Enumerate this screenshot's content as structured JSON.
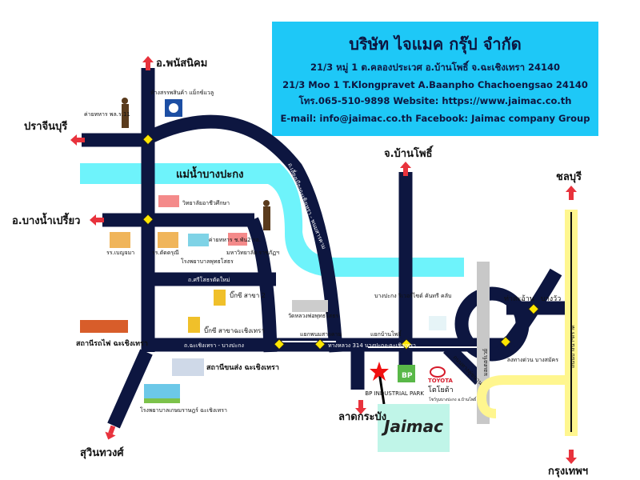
{
  "company": {
    "name": "บริษัท ไจแมค กรุ๊ป จำกัด",
    "address_th": "21/3 หมู่ 1 ต.คลองประเวศ อ.บ้านโพธิ์ จ.ฉะเชิงเทรา 24140",
    "address_en": "21/3 Moo 1 T.Klongpravet A.Baanpho Chachoengsao 24140",
    "contact": "โทร.065-510-9898 Website: https://www.jaimac.co.th",
    "email_fb": "E-mail: info@jaimac.co.th  Facebook: Jaimac company Group",
    "logo_text": "Jaimac"
  },
  "directions": {
    "north": "อ.พนัสนิคม",
    "west1": "ปราจีนบุรี",
    "west2": "อ.บางน้ำเปรี้ยว",
    "southwest": "สุวินทวงศ์",
    "south": "ลาดกระบัง",
    "banpho": "จ.บ้านโพธิ์",
    "chonburi": "ชลบุรี",
    "bangkok": "กรุงเทพฯ"
  },
  "roads": {
    "river": "แม่น้ำบางปะกง",
    "bypass": "ถ.เลี่ยงเมืองฉะเชิงเทรา - พนมสารคาม",
    "sri_sothon": "ถ.ศรีโสธรตัดใหม่",
    "cha_bangpakong": "ถ.ฉะเชิงเทรา - บางปะกง",
    "hwy314": "ทางหลวง 314 บางปะกง-ฉะเชิงเทรา",
    "motorway": "มอเตอร์เวย์",
    "bangna_trad": "ถนนบางนา-ตราด",
    "phanom_junction": "แยกพนมสารคาม",
    "banpho_junction": "แยกบ้านโพธิ์",
    "tha_sa_an": "ท่าสะอ้าน",
    "bang_wua": "บางวัว",
    "lower_road": "ลงทางด่วน บางสมัคร",
    "ramp": "ถนนทางคู่ขนาน"
  },
  "landmarks": {
    "mall": "ห้างสรรพสินค้า แม็กซ์แวลู",
    "army11": "ค่ายทหาร พล.ร.11",
    "army2": "ค่ายทหาร ช.พัน2 รอ.",
    "college": "วิทยาลัยอาชีวศึกษา",
    "school1": "รร.เบญจมา",
    "school2": "รร.ดัดดรุณี",
    "hospital1": "โรงพยาบาลพุทธโสธร",
    "university": "มหาวิทยาลัย ราชภัฏฯ",
    "bigc2": "บิ๊กซี สาขา 2",
    "bigc1": "บิ๊กซี สาขาฉะเชิงเทรา",
    "temple": "วัดหลวงพ่อพุทธโสธร",
    "train": "สถานีรถไฟ ฉะเชิงเทรา",
    "bus": "สถานีขนส่ง ฉะเชิงเทรา",
    "hospital2": "โรงพยาบาลเกษมราษฎร์ ฉะเชิงเทรา",
    "resort": "บางปะกง ริเวอร์ไซด์ คันทรี คลับ",
    "bp": "BP INDUSTRIAL PARK",
    "bp_logo": "BP",
    "toyota_brand": "TOYOTA",
    "toyota": "โตโยต้า",
    "toyota_sub": "โชว์รูมบางปะกง อ.บ้านโพธิ์"
  },
  "colors": {
    "road": "#0d1640",
    "river": "#6ef3fb",
    "header": "#1ec8f7",
    "arrow": "#e8323c",
    "motorway": "#c8c8c8",
    "highway": "#fff68f",
    "jaimac_box": "#c0f5e8"
  }
}
